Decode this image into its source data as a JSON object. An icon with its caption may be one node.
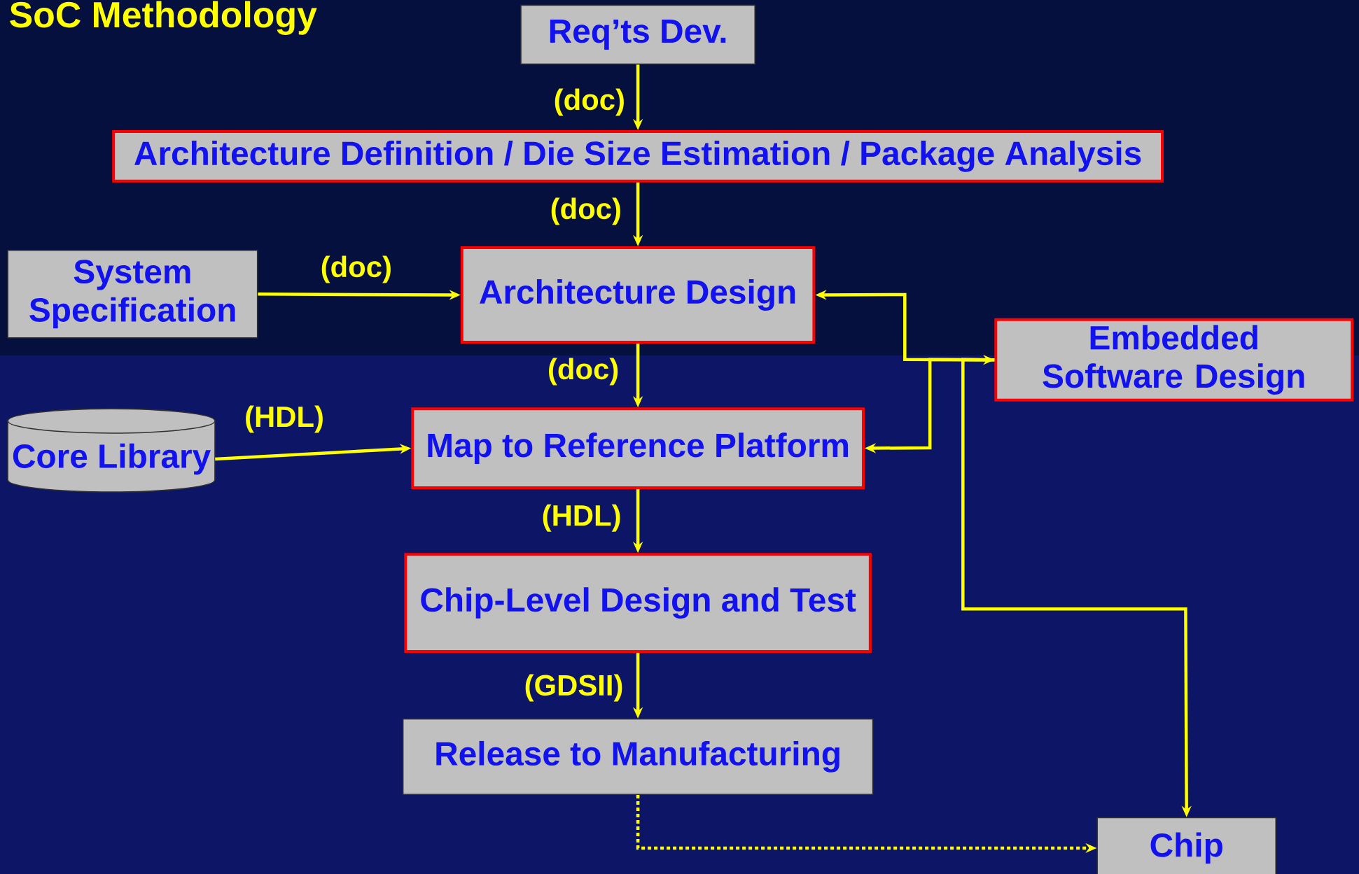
{
  "diagram": {
    "title": "SoC Methodology",
    "nodes": [
      {
        "text": [
          "Req’ts Dev."
        ]
      },
      {
        "text": [
          "Architecture Definition / Die Size Estimation / Package Analysis"
        ]
      },
      {
        "text": [
          "System Specification"
        ]
      },
      {
        "text": [
          "Architecture Design"
        ]
      },
      {
        "text": [
          "Embedded Software Design"
        ]
      },
      {
        "text": [
          "Core Library"
        ]
      },
      {
        "text": [
          "Map to Reference Platform"
        ]
      },
      {
        "text": [
          "Chip-Level Design and Test"
        ]
      },
      {
        "text": [
          "Release to Manufacturing"
        ]
      },
      {
        "text": [
          "Chip"
        ]
      }
    ],
    "edges": [
      {
        "from": 0,
        "to": 1,
        "arrow": "to",
        "label": "(doc)"
      },
      {
        "from": 1,
        "to": 3,
        "arrow": "to",
        "label": "(doc)"
      },
      {
        "from": 2,
        "to": 3,
        "arrow": "to",
        "label": "(doc)"
      },
      {
        "from": 3,
        "to": 6,
        "arrow": "to",
        "label": "(doc)"
      },
      {
        "from": 5,
        "to": 6,
        "arrow": "to",
        "label": "(HDL)"
      },
      {
        "from": 6,
        "to": 7,
        "arrow": "to",
        "label": "(HDL)"
      },
      {
        "from": 7,
        "to": 8,
        "arrow": "to",
        "label": "(GDSII)"
      },
      {
        "from": 8,
        "to": 9,
        "arrow": "to",
        "style": "dashed"
      },
      {
        "from": 3,
        "to": 4,
        "arrow": "both"
      },
      {
        "from": 4,
        "to": 6,
        "arrow": "to"
      },
      {
        "from": 4,
        "to": 9,
        "arrow": "to"
      }
    ]
  }
}
